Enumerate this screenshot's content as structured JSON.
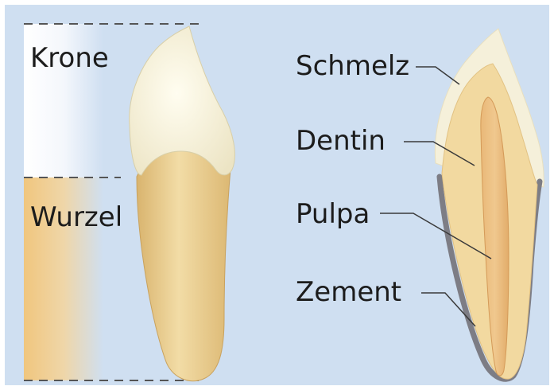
{
  "left_labels": {
    "crown": "Krone",
    "root": "Wurzel"
  },
  "right_labels": {
    "enamel": "Schmelz",
    "dentin": "Dentin",
    "pulp": "Pulpa",
    "cementum": "Zement"
  },
  "colors": {
    "background": "#cfdff1",
    "enamel": "#f5f1dc",
    "dentin": "#f2d9a0",
    "pulp": "#e8b678",
    "cementum": "#7d7d85",
    "root": "#e9c989"
  }
}
